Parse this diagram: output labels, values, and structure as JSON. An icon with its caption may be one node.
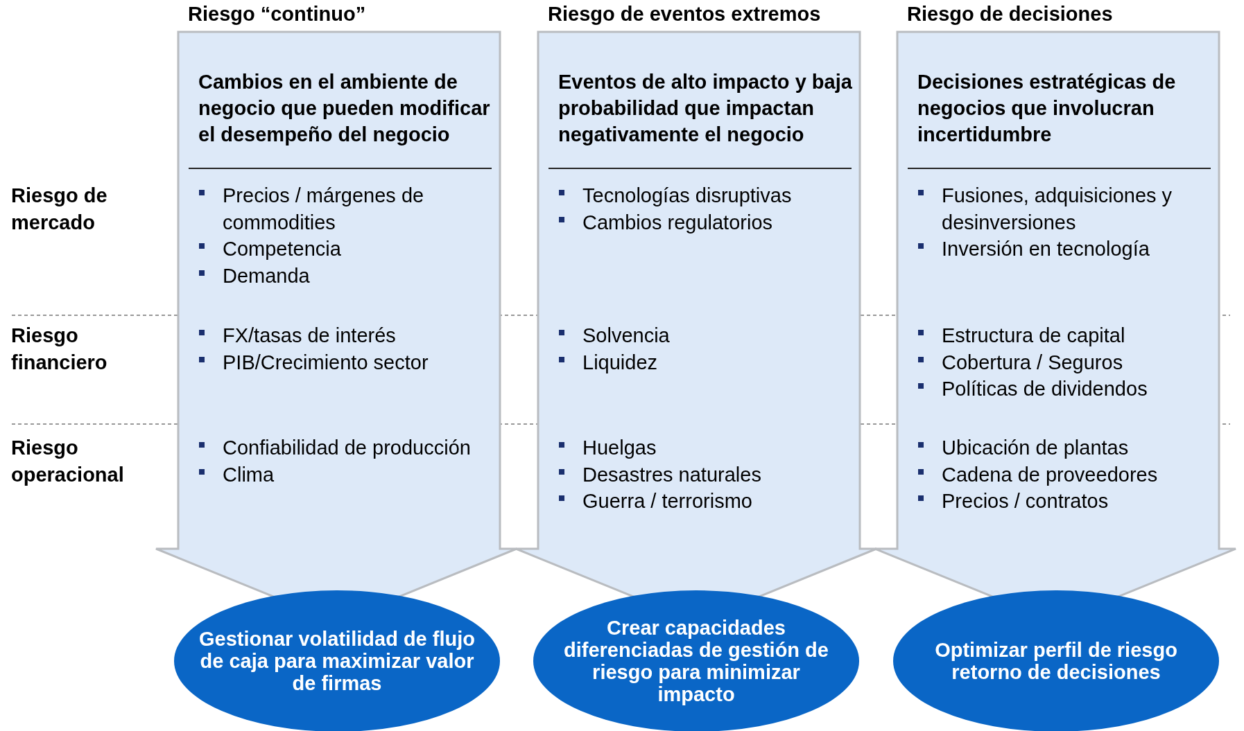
{
  "diagram": {
    "nodes": [
      {
        "text": [
          "Riesgo “continuo”",
          "Cambios en el ambiente de negocio que pueden modificar el desempeño del negocio",
          "Precios / márgenes de commodities",
          "Competencia",
          "Demanda",
          "FX/tasas de interés",
          "PIB/Crecimiento sector",
          "Confiabilidad de producción",
          "Clima"
        ]
      },
      {
        "text": [
          "Riesgo de eventos extremos",
          "Eventos de alto impacto y baja probabilidad que impactan negativamente el negocio",
          "Tecnologías disruptivas",
          "Cambios regulatorios",
          "Solvencia",
          "Liquidez",
          "Huelgas",
          "Desastres naturales",
          "Guerra / terrorismo"
        ]
      },
      {
        "text": [
          "Riesgo de decisiones",
          "Decisiones estratégicas de negocios que involucran incertidumbre",
          "Fusiones, adquisiciones y desinversiones",
          "Inversión en tecnología",
          "Estructura de capital",
          "Cobertura / Seguros",
          "Políticas de dividendos",
          "Ubicación de plantas",
          "Cadena de proveedores",
          "Precios / contratos"
        ]
      },
      {
        "text": [
          "Gestionar volatilidad de flujo de caja para maximizar valor de firmas"
        ]
      },
      {
        "text": [
          "Crear capacidades diferenciadas de gestión de riesgo para minimizar impacto"
        ]
      },
      {
        "text": [
          "Optimizar perfil de riesgo retorno de decisiones"
        ]
      }
    ],
    "labels": [
      "Riesgo de mercado",
      "Riesgo financiero",
      "Riesgo operacional"
    ]
  }
}
